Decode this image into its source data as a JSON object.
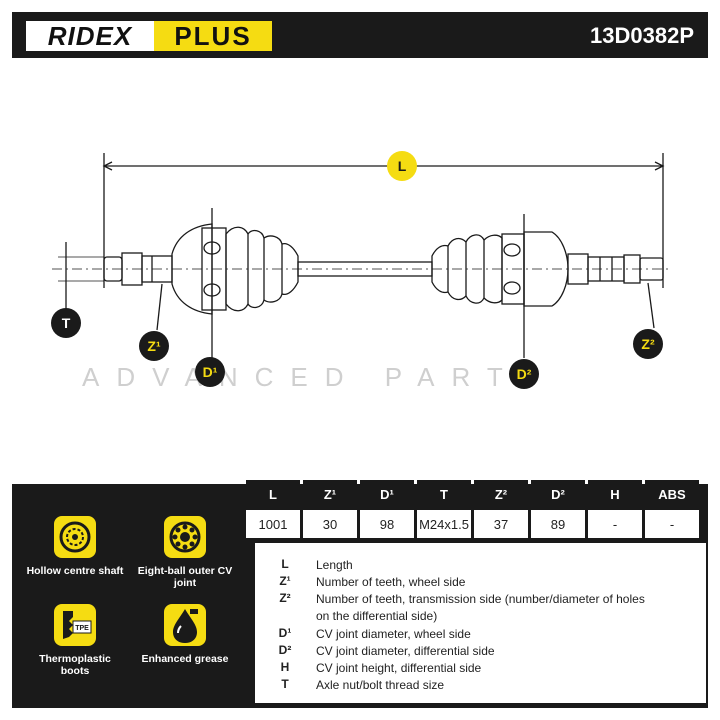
{
  "header": {
    "brand_left": "RIDEX",
    "brand_right": "PLUS",
    "part_number": "13D0382P"
  },
  "drawing": {
    "watermark": "ADVANCED PARTS",
    "labels": {
      "L": "L",
      "T": "T",
      "Z1": "Z¹",
      "D1": "D¹",
      "D2": "D²",
      "Z2": "Z²"
    }
  },
  "features": [
    {
      "icon": "hollow-shaft-icon",
      "label": "Hollow centre shaft"
    },
    {
      "icon": "ball-joint-icon",
      "label": "Eight-ball outer CV joint"
    },
    {
      "icon": "tpe-boot-icon",
      "label": "Thermoplastic boots",
      "icon_text": "TPE"
    },
    {
      "icon": "grease-icon",
      "label": "Enhanced grease"
    }
  ],
  "spec_table": {
    "headers": [
      "L",
      "Z¹",
      "D¹",
      "T",
      "Z²",
      "D²",
      "H",
      "ABS"
    ],
    "values": [
      "1001",
      "30",
      "98",
      "M24x1.5",
      "37",
      "89",
      "-",
      "-"
    ]
  },
  "legend": [
    {
      "sym": "L",
      "text": "Length"
    },
    {
      "sym": "Z¹",
      "text": "Number of teeth, wheel side"
    },
    {
      "sym": "Z²",
      "text": "Number of teeth, transmission side (number/diameter of holes on the differential side)"
    },
    {
      "sym": "D¹",
      "text": "CV joint diameter, wheel side"
    },
    {
      "sym": "D²",
      "text": "CV joint diameter, differential side"
    },
    {
      "sym": "H",
      "text": "CV joint height, differential side"
    },
    {
      "sym": "T",
      "text": "Axle nut/bolt thread size"
    }
  ],
  "colors": {
    "brand_yellow": "#f5dc12",
    "dark": "#1a1a1a"
  }
}
